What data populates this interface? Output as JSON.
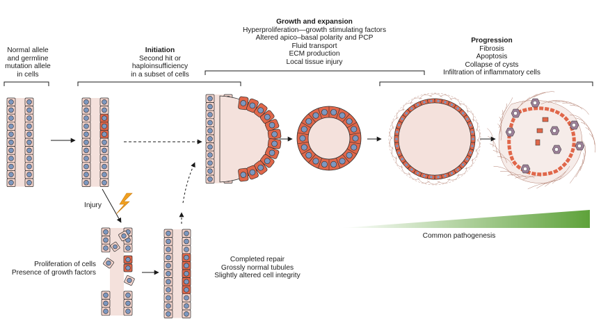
{
  "stages": {
    "normal": {
      "lines": [
        "Normal allele",
        "and germline",
        "mutation allele",
        "in cells"
      ]
    },
    "initiation": {
      "title": "Initiation",
      "lines": [
        "Second hit or",
        "haploinsufficiency",
        "in a subset of cells"
      ]
    },
    "growth": {
      "title": "Growth and expansion",
      "lines": [
        "Hyperproliferation—growth stimulating factors",
        "Altered apico–basal polarity and PCP",
        "Fluid transport",
        "ECM production",
        "Local tissue injury"
      ]
    },
    "progression": {
      "title": "Progression",
      "lines": [
        "Fibrosis",
        "Apoptosis",
        "Collapse of cysts",
        "Infiltration of inflammatory cells"
      ]
    }
  },
  "injury": {
    "label": "Injury"
  },
  "proliferation": {
    "lines": [
      "Proliferation of cells",
      "Presence of growth factors"
    ]
  },
  "repair": {
    "lines": [
      "Completed repair",
      "Grossly normal tubules",
      "Slightly altered cell integrity"
    ]
  },
  "pathogenesis": {
    "label": "Common pathogenesis"
  },
  "colors": {
    "cell_normal": "#f2d3cc",
    "cell_mutant": "#e0674a",
    "nucleus": "#7d97bf",
    "lumen": "#f4e1dc",
    "outline": "#2a2a2a",
    "bolt": "#f0a020",
    "gradient_end": "#5ea23a",
    "fibre": "#b07a6a",
    "inflammatory": "#9c8098"
  }
}
